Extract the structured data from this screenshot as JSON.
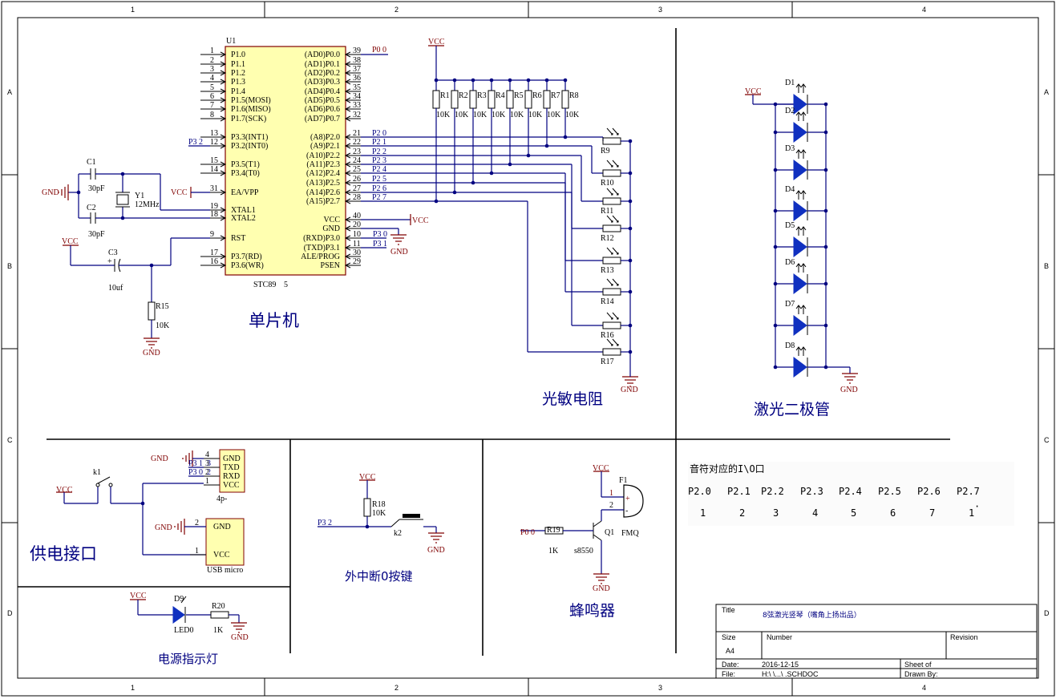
{
  "grid": {
    "cols": [
      "1",
      "2",
      "3",
      "4"
    ],
    "rows": [
      "A",
      "B",
      "C",
      "D"
    ]
  },
  "sections": {
    "mcu": "单片机",
    "photo": "光敏电阻",
    "laser": "激光二极管",
    "power": "供电接口",
    "ext_int": "外中断0按键",
    "buzzer": "蜂鸣器",
    "power_led": "电源指示灯"
  },
  "mcu": {
    "ref": "U1",
    "part": "STC89",
    "part_suffix": "5",
    "left_pins": [
      {
        "num": "1",
        "name": "P1.0"
      },
      {
        "num": "2",
        "name": "P1.1"
      },
      {
        "num": "3",
        "name": "P1.2"
      },
      {
        "num": "4",
        "name": "P1.3"
      },
      {
        "num": "5",
        "name": "P1.4"
      },
      {
        "num": "6",
        "name": "P1.5(MOSI)"
      },
      {
        "num": "7",
        "name": "P1.6(MISO)"
      },
      {
        "num": "8",
        "name": "P1.7(SCK)"
      },
      {
        "num": "13",
        "name": "P3.3(INT1)"
      },
      {
        "num": "12",
        "name": "P3.2(INT0)"
      },
      {
        "num": "15",
        "name": "P3.5(T1)"
      },
      {
        "num": "14",
        "name": "P3.4(T0)"
      },
      {
        "num": "31",
        "name": "EA/VPP"
      },
      {
        "num": "19",
        "name": "XTAL1"
      },
      {
        "num": "18",
        "name": "XTAL2"
      },
      {
        "num": "9",
        "name": "RST"
      },
      {
        "num": "17",
        "name": "P3.7(RD)"
      },
      {
        "num": "16",
        "name": "P3.6(WR)"
      }
    ],
    "right_pins": [
      {
        "num": "39",
        "name": "(AD0)P0.0"
      },
      {
        "num": "38",
        "name": "(AD1)P0.1"
      },
      {
        "num": "37",
        "name": "(AD2)P0.2"
      },
      {
        "num": "36",
        "name": "(AD3)P0.3"
      },
      {
        "num": "35",
        "name": "(AD4)P0.4"
      },
      {
        "num": "34",
        "name": "(AD5)P0.5"
      },
      {
        "num": "33",
        "name": "(AD6)P0.6"
      },
      {
        "num": "32",
        "name": "(AD7)P0.7"
      },
      {
        "num": "21",
        "name": "(A8)P2.0"
      },
      {
        "num": "22",
        "name": "(A9)P2.1"
      },
      {
        "num": "23",
        "name": "(A10)P2.2"
      },
      {
        "num": "24",
        "name": "(A11)P2.3"
      },
      {
        "num": "25",
        "name": "(A12)P2.4"
      },
      {
        "num": "26",
        "name": "(A13)P2.5"
      },
      {
        "num": "27",
        "name": "(A14)P2.6"
      },
      {
        "num": "28",
        "name": "(A15)P2.7"
      },
      {
        "num": "40",
        "name": "VCC"
      },
      {
        "num": "20",
        "name": "GND"
      },
      {
        "num": "10",
        "name": "(RXD)P3.0"
      },
      {
        "num": "11",
        "name": "(TXD)P3.1"
      },
      {
        "num": "30",
        "name": "ALE/PROG"
      },
      {
        "num": "29",
        "name": "PSEN"
      }
    ],
    "net_p00": "P0 0",
    "net_p32": "P3 2",
    "net_p30": "P3 0",
    "net_p31": "P3 1",
    "p2_nets": [
      "P2 0",
      "P2 1",
      "P2 2",
      "P2 3",
      "P2 4",
      "P2 5",
      "P2 6",
      "P2 7"
    ]
  },
  "clock": {
    "c1": "C1",
    "c1_val": "30pF",
    "c2": "C2",
    "c2_val": "30pF",
    "y1": "Y1",
    "y1_val": "12MHz"
  },
  "reset": {
    "c3": "C3",
    "c3_val": "10uf",
    "plus": "+",
    "r15": "R15",
    "r15_val": "10K"
  },
  "power_nets": {
    "vcc": "VCC",
    "gnd": "GND"
  },
  "pullups": {
    "refs": [
      "R1",
      "R2",
      "R3",
      "R4",
      "R5",
      "R6",
      "R7",
      "R8"
    ],
    "value": "10K"
  },
  "ldrs": {
    "refs": [
      "R9",
      "R10",
      "R11",
      "R12",
      "R13",
      "R14",
      "R16",
      "R17"
    ]
  },
  "lasers": {
    "refs": [
      "D1",
      "D2",
      "D3",
      "D4",
      "D5",
      "D6",
      "D7",
      "D8"
    ]
  },
  "power_section": {
    "switch": "k1",
    "conn4_name": "4p-",
    "conn4_pins": [
      {
        "num": "4",
        "name": "GND"
      },
      {
        "num": "3",
        "name": "TXD"
      },
      {
        "num": "2",
        "name": "RXD"
      },
      {
        "num": "1",
        "name": "VCC"
      }
    ],
    "net_p31": "P3 1",
    "net_p30": "P3 0",
    "net_p31_suffix": "3",
    "net_p30_suffix": "2",
    "usb_name": "USB micro",
    "usb_pins": [
      {
        "num": "2",
        "name": "GND"
      },
      {
        "num": "1",
        "name": "VCC"
      }
    ]
  },
  "button": {
    "r18": "R18",
    "r18_val": "10K",
    "k2": "k2",
    "net": "P3 2"
  },
  "buzz": {
    "f1": "F1",
    "f1_val": "FMQ",
    "q1": "Q1",
    "q1_val": "s8550",
    "r19": "R19",
    "r19_val": "1K",
    "net": "P0 0",
    "pin1": "1",
    "pin2": "2",
    "plus": "+",
    "minus": "-"
  },
  "pled": {
    "d9": "D9",
    "d9_val": "LED0",
    "r20": "R20",
    "r20_val": "1K"
  },
  "note_table": {
    "title": "音符对应的I\\O口",
    "ports": [
      "P2.0",
      "P2.1",
      "P2.2",
      "P2.3",
      "P2.4",
      "P2.5",
      "P2.6",
      "P2.7"
    ],
    "notes": [
      "1",
      "2",
      "3",
      "4",
      "5",
      "6",
      "7",
      "1"
    ],
    "last_mark": "·"
  },
  "title_block": {
    "title_label": "Title",
    "title_value": "8弦激光竖琴（嘴角上扬出品）",
    "size_label": "Size",
    "size_value": "A4",
    "number_label": "Number",
    "revision_label": "Revision",
    "date_label": "Date:",
    "date_value": "2016-12-15",
    "sheet_label": "Sheet    of",
    "file_label": "File:",
    "file_value": "H:\\      \\...\\              .SCHDOC",
    "drawn_label": "Drawn By:"
  }
}
